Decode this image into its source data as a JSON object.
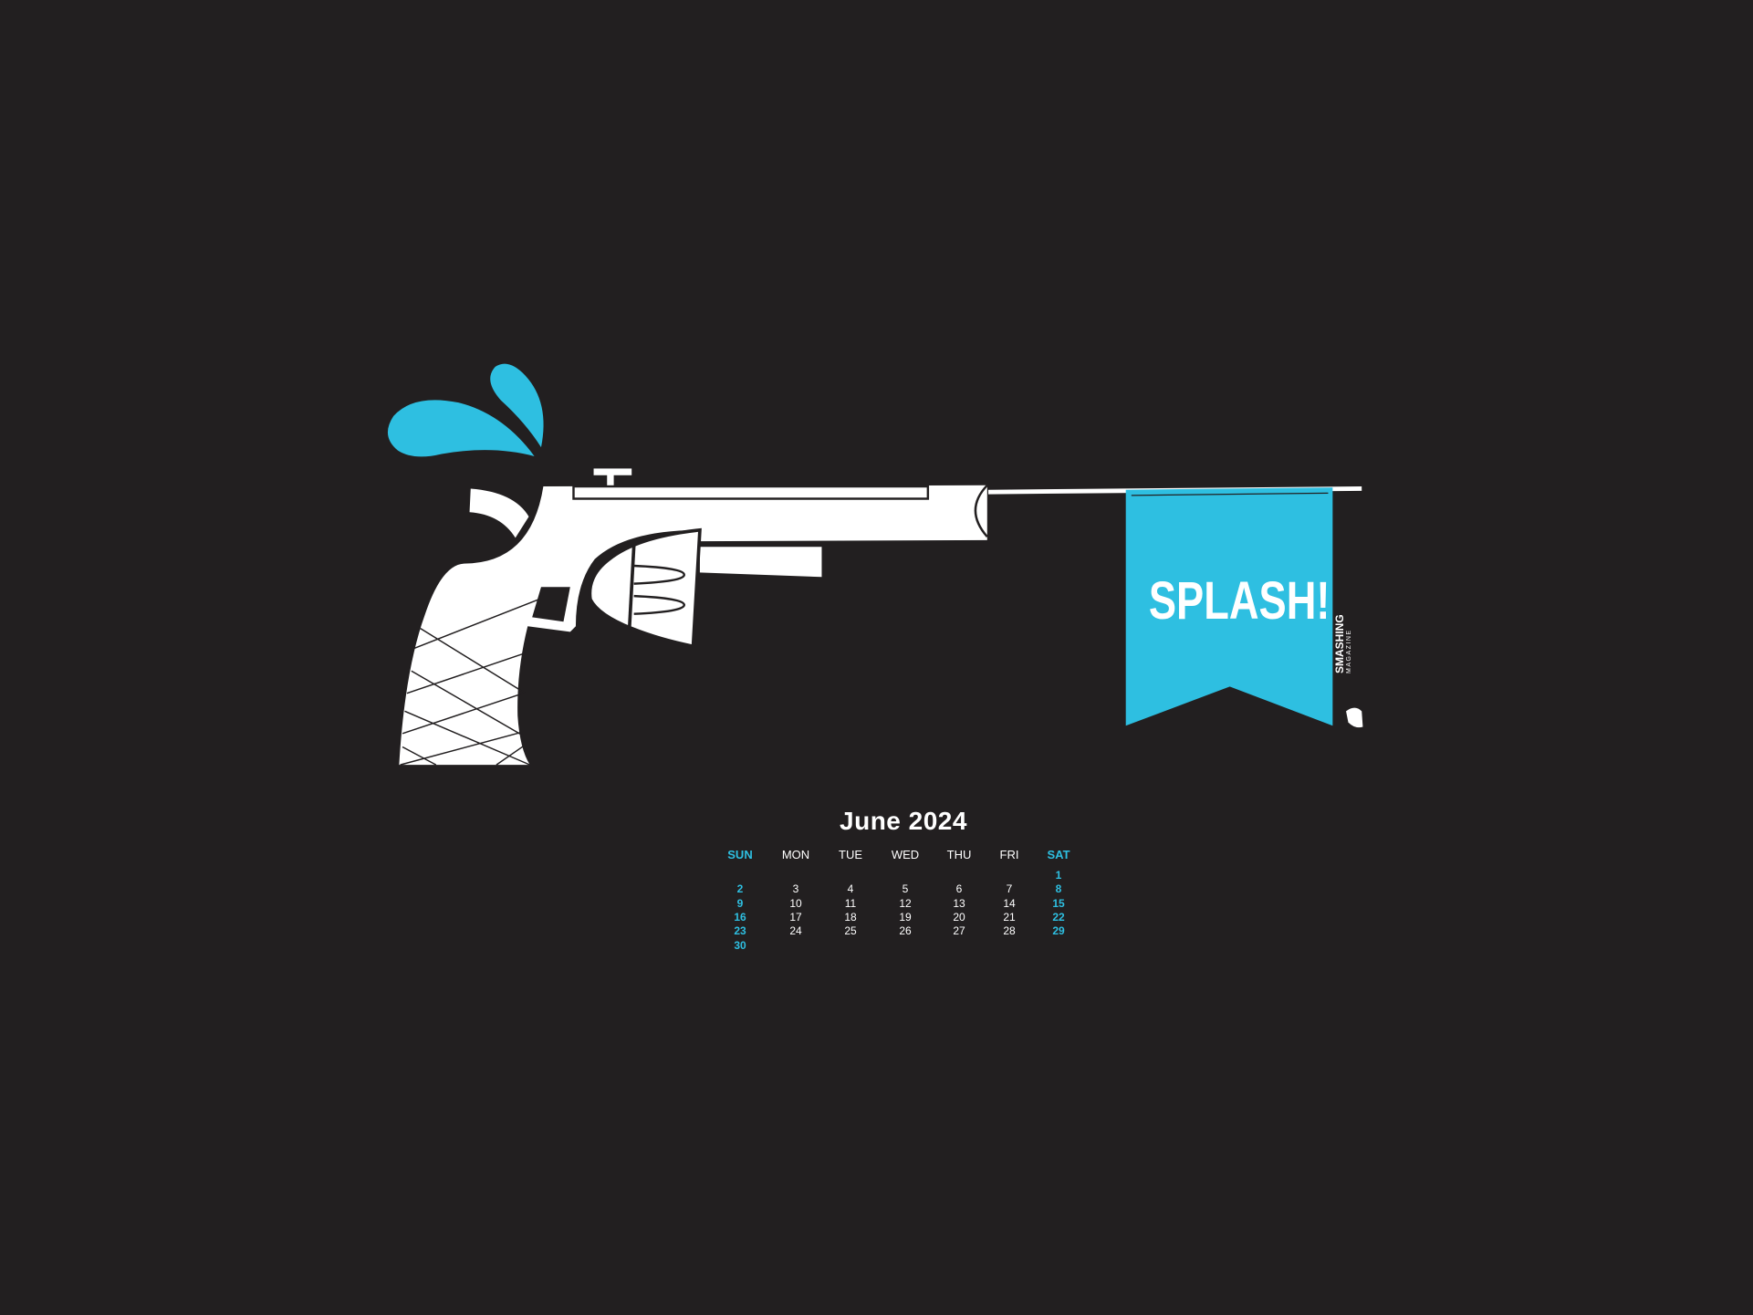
{
  "banner": {
    "text": "SPLASH!"
  },
  "logo": {
    "name": "SMASHING",
    "sub": "MAGAZINE"
  },
  "colors": {
    "background": "#221f20",
    "accent": "#2ebfe1",
    "white": "#ffffff"
  },
  "calendar": {
    "title": "June 2024",
    "weekdays": [
      "SUN",
      "MON",
      "TUE",
      "WED",
      "THU",
      "FRI",
      "SAT"
    ],
    "weeks": [
      [
        "",
        "",
        "",
        "",
        "",
        "",
        "1"
      ],
      [
        "2",
        "3",
        "4",
        "5",
        "6",
        "7",
        "8"
      ],
      [
        "9",
        "10",
        "11",
        "12",
        "13",
        "14",
        "15"
      ],
      [
        "16",
        "17",
        "18",
        "19",
        "20",
        "21",
        "22"
      ],
      [
        "23",
        "24",
        "25",
        "26",
        "27",
        "28",
        "29"
      ],
      [
        "30",
        "",
        "",
        "",
        "",
        "",
        ""
      ]
    ]
  }
}
